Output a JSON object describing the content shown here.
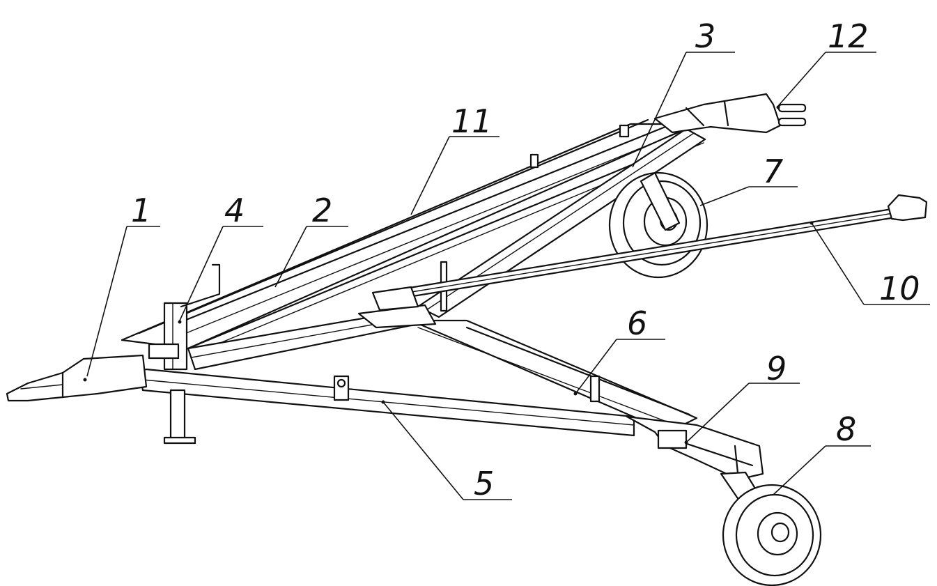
{
  "callouts": [
    {
      "id": "1",
      "label": "1"
    },
    {
      "id": "2",
      "label": "2"
    },
    {
      "id": "3",
      "label": "3"
    },
    {
      "id": "4",
      "label": "4"
    },
    {
      "id": "5",
      "label": "5"
    },
    {
      "id": "6",
      "label": "6"
    },
    {
      "id": "7",
      "label": "7"
    },
    {
      "id": "8",
      "label": "8"
    },
    {
      "id": "9",
      "label": "9"
    },
    {
      "id": "10",
      "label": "10"
    },
    {
      "id": "11",
      "label": "11"
    },
    {
      "id": "12",
      "label": "12"
    }
  ],
  "colors": {
    "ink": "#111111",
    "paper": "#ffffff"
  }
}
